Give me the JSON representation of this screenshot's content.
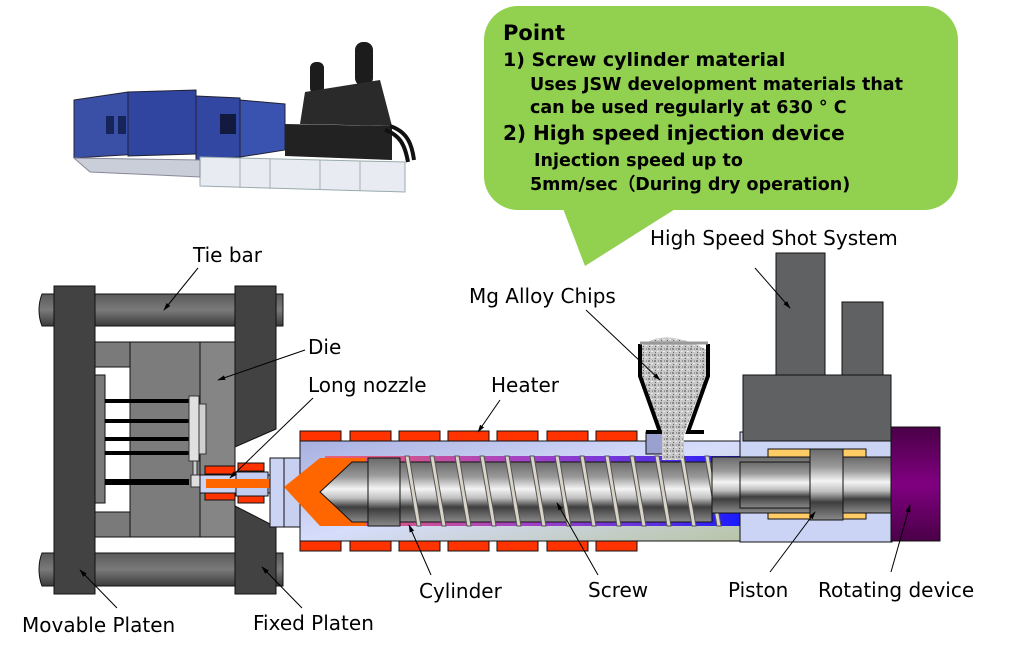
{
  "callout": {
    "title": "Point",
    "item1_heading": "1) Screw cylinder material",
    "item1_line1": "Uses JSW development materials that",
    "item1_line2": "can be used regularly at 630 ° C",
    "item2_heading": "2) High speed injection device",
    "item2_line1": "Injection speed up to",
    "item2_line2": "5mm/sec（During dry operation)",
    "color": "#92d050"
  },
  "photo": {
    "description": "Injection molding machine photo"
  },
  "labels": {
    "tie_bar": "Tie bar",
    "die": "Die",
    "long_nozzle": "Long nozzle",
    "heater": "Heater",
    "mg_alloy_chips": "Mg Alloy Chips",
    "high_speed_shot": "High Speed Shot System",
    "movable_platen": "Movable Platen",
    "fixed_platen": "Fixed Platen",
    "cylinder": "Cylinder",
    "screw": "Screw",
    "piston": "Piston",
    "rotating_device": "Rotating device"
  },
  "colors": {
    "platen": "#424242",
    "die": "#7a7a7a",
    "heater": "#ff3300",
    "melt": "#ff6600",
    "cylinder": "#ccd4f5",
    "shot_system": "#5f6163",
    "rotating_device": "#7a0a7a",
    "piston_seal": "#ffcc66"
  }
}
